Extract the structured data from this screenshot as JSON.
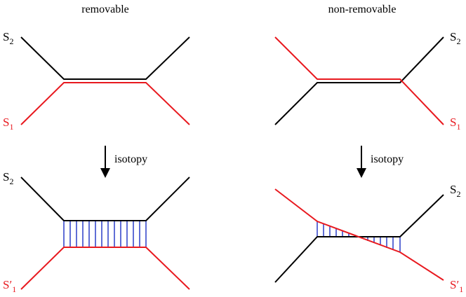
{
  "colors": {
    "black": "#000000",
    "red": "#e8191f",
    "blue": "#2a3ec8"
  },
  "panels": {
    "left": {
      "title": "removable"
    },
    "right": {
      "title": "non-removable"
    }
  },
  "arrow_label": "isotopy",
  "labels": {
    "s2_base": "S",
    "s2_sub": "2",
    "s1_base": "S",
    "s1_sub": "1",
    "s1p_base": "S′",
    "s1p_sub": "1"
  }
}
